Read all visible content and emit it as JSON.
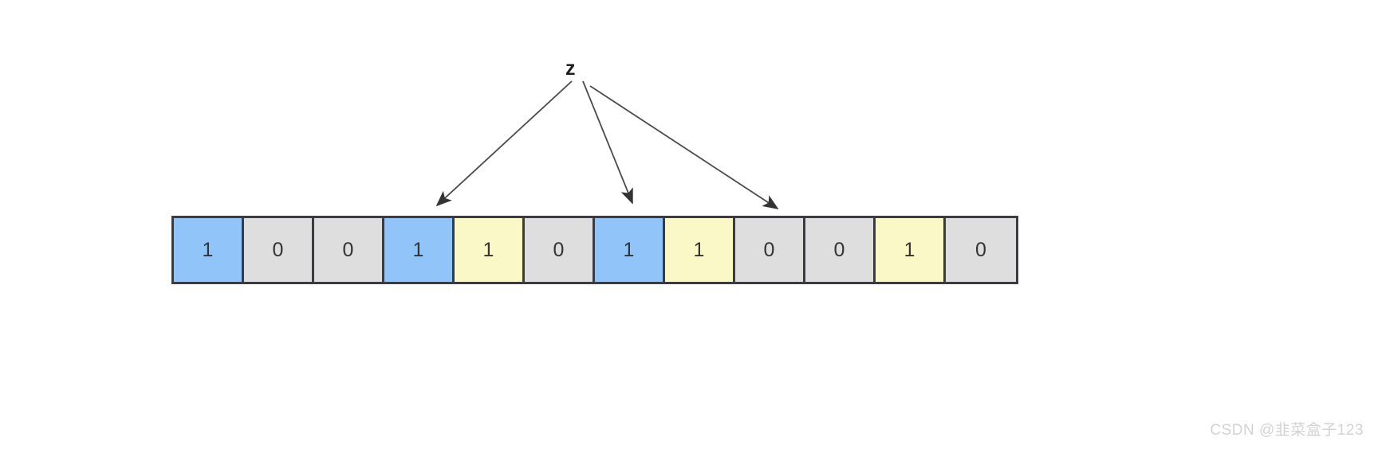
{
  "figure": {
    "title_label": "z",
    "bit_array": {
      "cells": [
        {
          "value": "1",
          "color": "blue",
          "color_hex": "#91c4f8"
        },
        {
          "value": "0",
          "color": "gray",
          "color_hex": "#dedede"
        },
        {
          "value": "0",
          "color": "gray",
          "color_hex": "#dedede"
        },
        {
          "value": "1",
          "color": "blue",
          "color_hex": "#91c4f8"
        },
        {
          "value": "1",
          "color": "yellow",
          "color_hex": "#fbf8c7"
        },
        {
          "value": "0",
          "color": "gray",
          "color_hex": "#dedede"
        },
        {
          "value": "1",
          "color": "blue",
          "color_hex": "#91c4f8"
        },
        {
          "value": "1",
          "color": "yellow",
          "color_hex": "#fbf8c7"
        },
        {
          "value": "0",
          "color": "gray",
          "color_hex": "#dedede"
        },
        {
          "value": "0",
          "color": "gray",
          "color_hex": "#dedede"
        },
        {
          "value": "1",
          "color": "yellow",
          "color_hex": "#fbf8c7"
        },
        {
          "value": "0",
          "color": "gray",
          "color_hex": "#dedede"
        }
      ]
    },
    "pointers": [
      {
        "from_label": "z",
        "target_cell_index": 3,
        "icon": "arrow-icon"
      },
      {
        "from_label": "z",
        "target_cell_index": 6,
        "icon": "arrow-icon"
      },
      {
        "from_label": "z",
        "target_cell_index": 8,
        "icon": "arrow-icon"
      }
    ],
    "stroke_color": "#3b3b42",
    "arrow_color": "#404040"
  },
  "watermark": {
    "text": "CSDN @韭菜盒子123"
  }
}
